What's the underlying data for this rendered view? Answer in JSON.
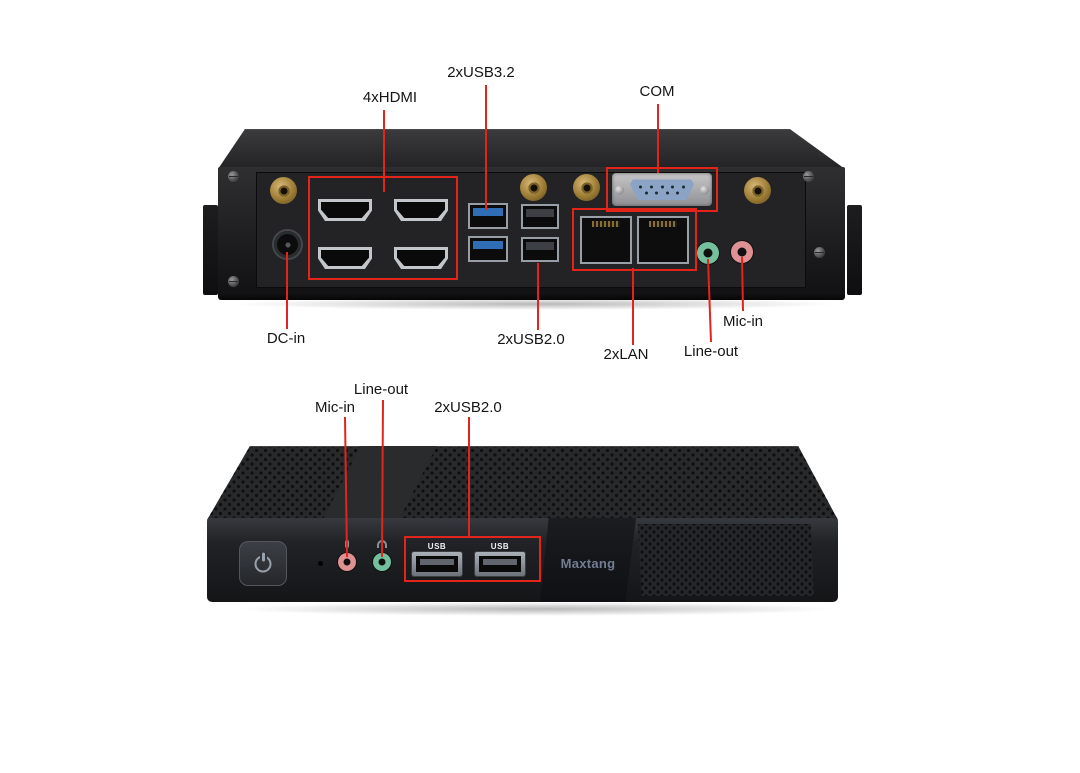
{
  "rear_view": {
    "labels": {
      "hdmi": "4xHDMI",
      "usb32": "2xUSB3.2",
      "com": "COM",
      "dc_in": "DC-in",
      "usb20": "2xUSB2.0",
      "lan": "2xLAN",
      "line_out": "Line-out",
      "mic_in": "Mic-in"
    }
  },
  "front_view": {
    "labels": {
      "mic_in": "Mic-in",
      "line_out": "Line-out",
      "usb20": "2xUSB2.0"
    },
    "usb_print": "USB",
    "logo_text": "Maxtang"
  },
  "colors": {
    "annotation_color": "#e1251b",
    "usb3_tongue": "#2f6db5",
    "com_face": "#8ba3c4",
    "line_out_color": "#74bf9e",
    "mic_in_color": "#df9093",
    "antenna_gold": "#9c7c34",
    "logo_color": "#737e93"
  }
}
